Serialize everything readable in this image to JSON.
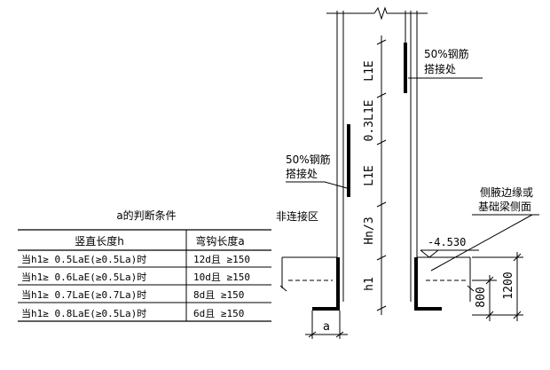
{
  "table": {
    "title": "a的判断条件",
    "headers": [
      "竖直长度h",
      "弯钩长度a"
    ],
    "rows": [
      {
        "cond": "当h1≥ 0.5LaE(≥0.5La)时",
        "hook": "12d且 ≥150"
      },
      {
        "cond": "当h1≥ 0.6LaE(≥0.5La)时",
        "hook": "10d且 ≥150"
      },
      {
        "cond": "当h1≥ 0.7LaE(≥0.7La)时",
        "hook": "8d且 ≥150"
      },
      {
        "cond": "当h1≥ 0.8LaE(≥0.5La)时",
        "hook": "6d且 ≥150"
      }
    ]
  },
  "labels": {
    "splice_upper_1": "50%钢筋",
    "splice_upper_2": "搭接处",
    "splice_lower_1": "50%钢筋",
    "splice_lower_2": "搭接处",
    "non_splice_zone": "非连接区",
    "side_1": "侧腋边缘或",
    "side_2": "基础梁侧面",
    "elevation": "-4.530",
    "a": "a"
  },
  "dimensions": {
    "l1e_top": "L1E",
    "l1e_03": "0.3L1E",
    "l1e_bottom": "L1E",
    "hn3": "Hn/3",
    "h1": "h1",
    "d800": "800",
    "d1200": "1200"
  }
}
